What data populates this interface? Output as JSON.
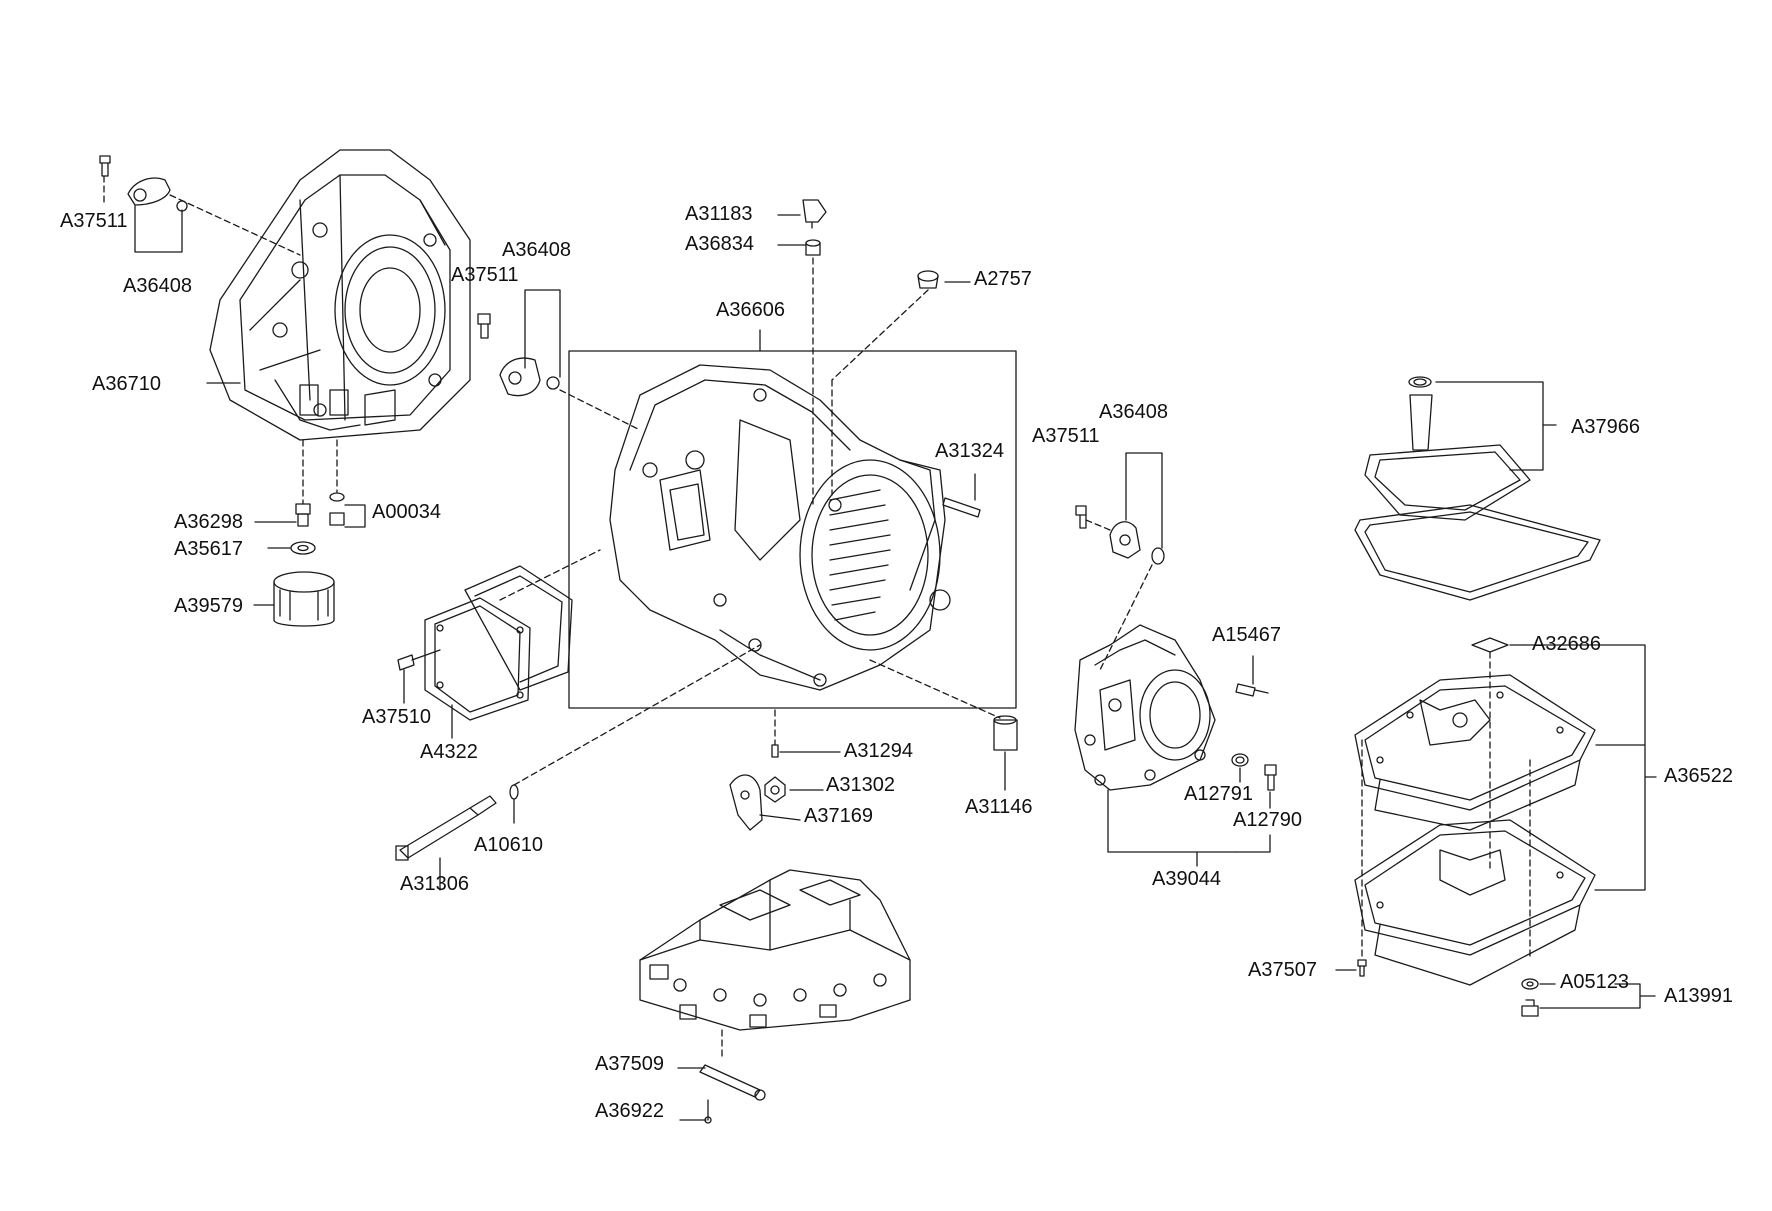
{
  "diagram": {
    "title": "",
    "labels": {
      "a37511_top_left": "A37511",
      "a36408_top_left": "A36408",
      "a36710": "A36710",
      "a36298": "A36298",
      "a00034": "A00034",
      "a35617": "A35617",
      "a39579": "A39579",
      "a37510": "A37510",
      "a4322": "A4322",
      "a31306": "A31306",
      "a10610": "A10610",
      "a37511_center": "A37511",
      "a36408_center": "A36408",
      "a31183": "A31183",
      "a36834": "A36834",
      "a2757": "A2757",
      "a36606": "A36606",
      "a31324": "A31324",
      "a31294": "A31294",
      "a31302": "A31302",
      "a37169": "A37169",
      "a31146": "A31146",
      "a37509": "A37509",
      "a36922": "A36922",
      "a37511_right": "A37511",
      "a36408_right": "A36408",
      "a15467": "A15467",
      "a12791": "A12791",
      "a12790": "A12790",
      "a39044": "A39044",
      "a37966": "A37966",
      "a32686": "A32686",
      "a36522": "A36522",
      "a37507": "A37507",
      "a05123": "A05123",
      "a13991": "A13991"
    }
  }
}
